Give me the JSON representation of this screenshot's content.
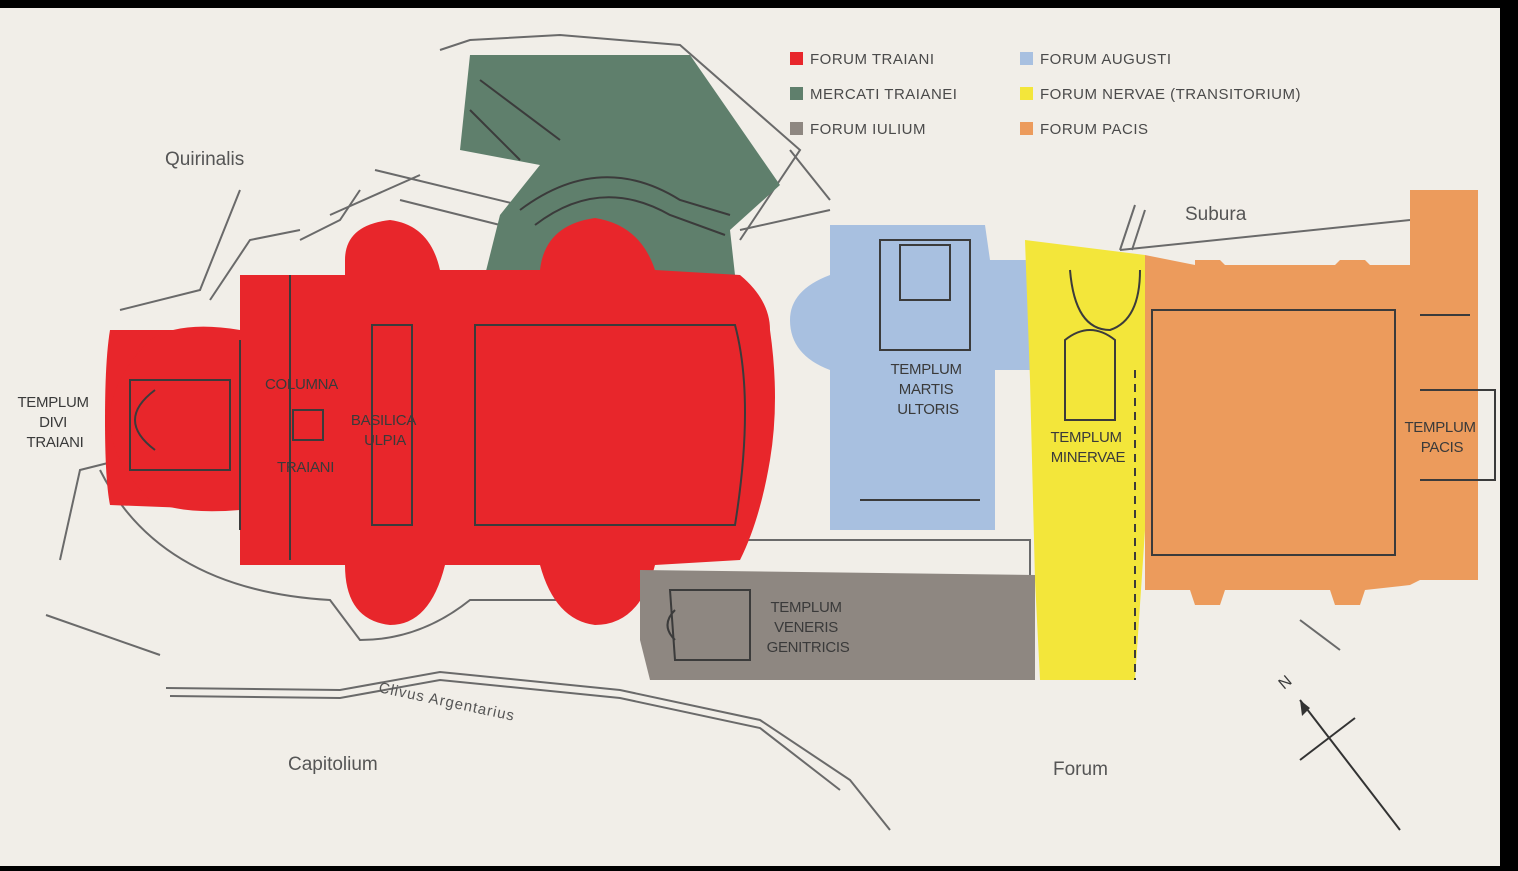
{
  "legend": [
    {
      "label": "FORUM TRAIANI",
      "color": "#e8262b"
    },
    {
      "label": "MERCATI TRAIANEI",
      "color": "#5f7f6c"
    },
    {
      "label": "FORUM IULIUM",
      "color": "#8e8781"
    },
    {
      "label": "FORUM AUGUSTI",
      "color": "#a8c0e0"
    },
    {
      "label": "FORUM NERVAE (TRANSITORIUM)",
      "color": "#f3e63a"
    },
    {
      "label": "FORUM PACIS",
      "color": "#ec9b5c"
    }
  ],
  "places": {
    "quirinalis": "Quirinalis",
    "subura": "Subura",
    "capitolium": "Capitolium",
    "forum": "Forum",
    "clivus": "Clivus Argentarius"
  },
  "monuments": {
    "templum_divi_traiani": [
      "TEMPLUM",
      "DIVI",
      "TRAIANI"
    ],
    "columna_traiani": [
      "COLUMNA",
      "TRAIANI"
    ],
    "basilica_ulpia": [
      "BASILICA",
      "ULPIA"
    ],
    "templum_martis_ultoris": [
      "TEMPLUM",
      "MARTIS",
      "ULTORIS"
    ],
    "templum_minervae": [
      "TEMPLUM",
      "MINERVAE"
    ],
    "templum_pacis": [
      "TEMPLUM",
      "PACIS"
    ],
    "templum_veneris_genitricis": [
      "TEMPLUM",
      "VENERIS",
      "GENITRICIS"
    ]
  },
  "north_arrow": "N"
}
